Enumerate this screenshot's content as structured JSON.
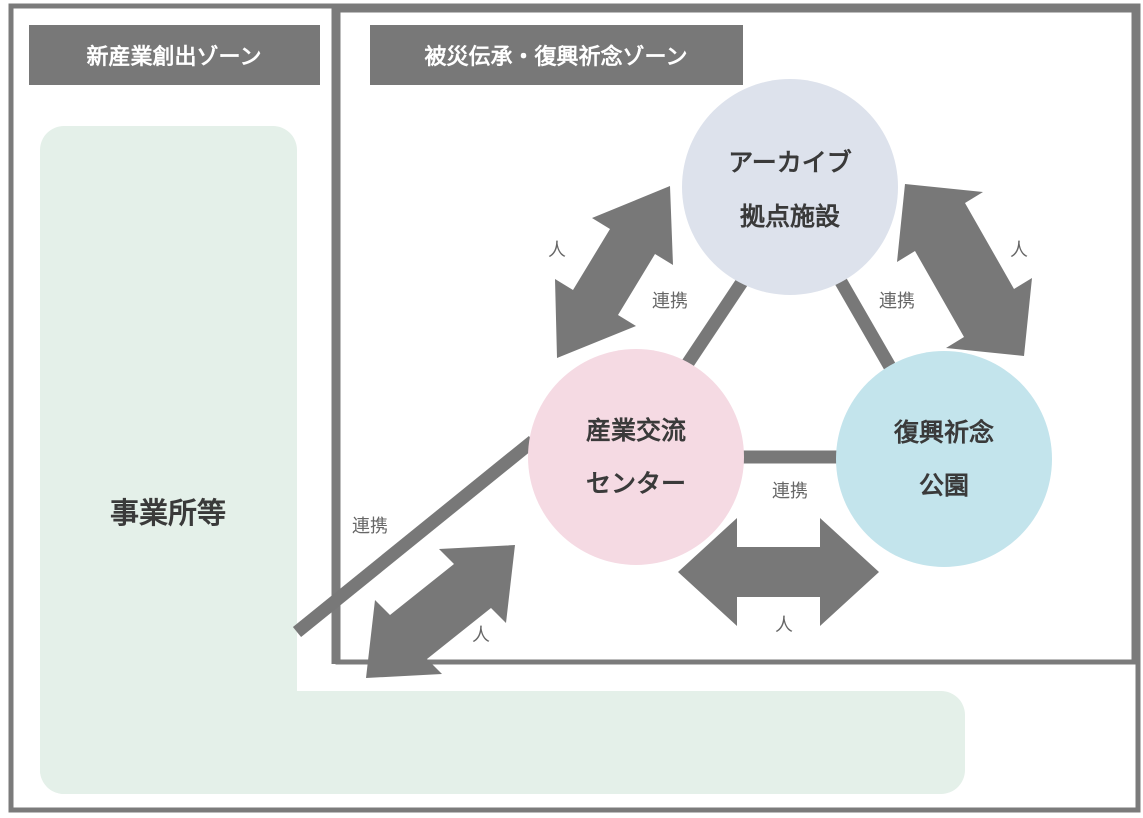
{
  "colors": {
    "frame": "#7b7b7b",
    "zone_label_bg": "#787878",
    "zone_label_text": "#ffffff",
    "connector": "#787878",
    "office_area": "#e4f0e9",
    "archive_circle": "#dde2ec",
    "industry_circle": "#f5dae3",
    "memorial_circle": "#c3e4ec",
    "text_dark": "#3a3a3a",
    "text_mid": "#666666"
  },
  "zones": {
    "new_industry": "新産業創出ゾーン",
    "disaster_memorial": "被災伝承・復興祈念ゾーン"
  },
  "office": {
    "label": "事業所等"
  },
  "nodes": {
    "archive": {
      "line1": "アーカイブ",
      "line2": "拠点施設"
    },
    "industry": {
      "line1": "産業交流",
      "line2": "センター"
    },
    "memorial": {
      "line1": "復興祈念",
      "line2": "公園"
    }
  },
  "labels": {
    "link_archive_industry": "連携",
    "link_archive_memorial": "連携",
    "link_industry_memorial": "連携",
    "link_industry_office": "連携",
    "people_archive_industry": "人",
    "people_archive_memorial": "人",
    "people_industry_memorial": "人",
    "people_industry_office": "人"
  }
}
